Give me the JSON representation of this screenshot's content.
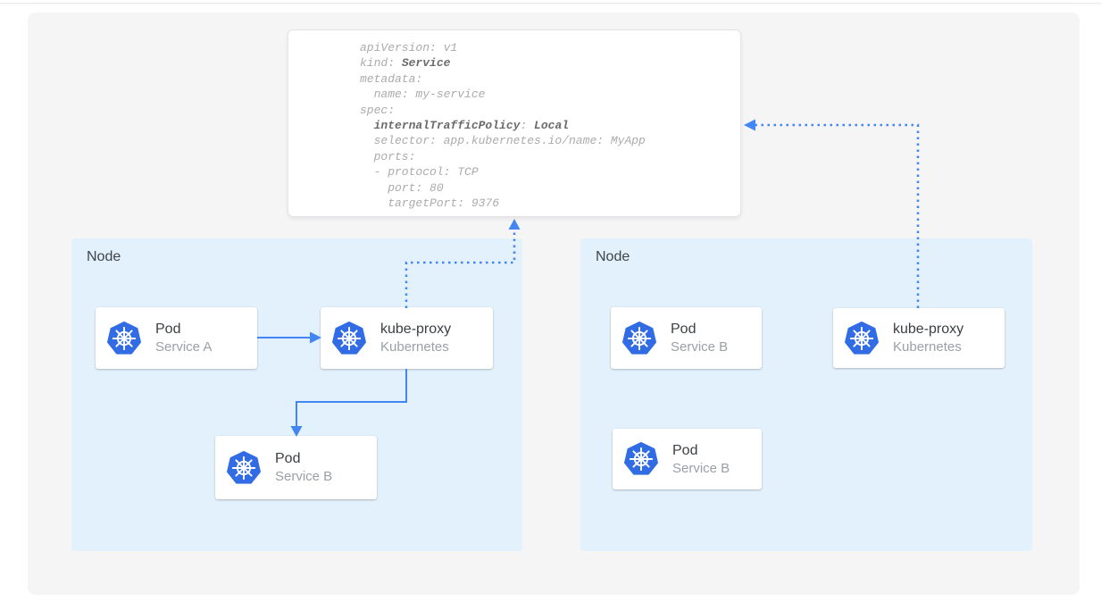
{
  "colors": {
    "arrow_blue": "#4285f4",
    "kubernetes_blue": "#326ce5",
    "node_bg": "#e2f1fc",
    "canvas_bg": "#f5f5f6",
    "yaml_text": "#ababab",
    "yaml_bold_text": "#6b6b6b",
    "title_text": "#3c4043",
    "subtitle_text": "#9aa0a6"
  },
  "yaml_card": {
    "lines": [
      {
        "s1": "apiVersion: v1"
      },
      {
        "s1": "kind: ",
        "b1": "Service"
      },
      {
        "s1": "metadata:"
      },
      {
        "s1": "  name: my-service"
      },
      {
        "s1": "spec:"
      },
      {
        "s1": "  ",
        "b1": "internalTrafficPolicy",
        "s2": ": ",
        "b2": "Local"
      },
      {
        "s1": "  selector: app.kubernetes.io/name: MyApp"
      },
      {
        "s1": "  ports:"
      },
      {
        "s1": "  - protocol: TCP"
      },
      {
        "s1": "    port: 80"
      },
      {
        "s1": "    targetPort: 9376"
      }
    ]
  },
  "nodes": [
    {
      "label": "Node",
      "cards": [
        {
          "title": "Pod",
          "subtitle": "Service A",
          "icon": "kubernetes-icon"
        },
        {
          "title": "kube-proxy",
          "subtitle": "Kubernetes",
          "icon": "kubernetes-icon"
        },
        {
          "title": "Pod",
          "subtitle": "Service B",
          "icon": "kubernetes-icon"
        }
      ]
    },
    {
      "label": "Node",
      "cards": [
        {
          "title": "Pod",
          "subtitle": "Service B",
          "icon": "kubernetes-icon"
        },
        {
          "title": "kube-proxy",
          "subtitle": "Kubernetes",
          "icon": "kubernetes-icon"
        },
        {
          "title": "Pod",
          "subtitle": "Service B",
          "icon": "kubernetes-icon"
        }
      ]
    }
  ]
}
